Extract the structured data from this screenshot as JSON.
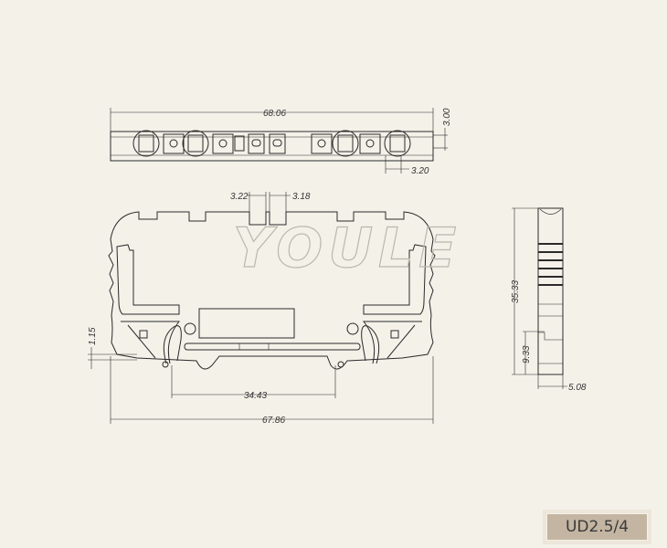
{
  "watermark": "YOULE",
  "model_label": "UD2.5/4",
  "top_view": {
    "width": "68.06",
    "height": "3.00",
    "pitch": "3.20"
  },
  "front_view": {
    "slot_left": "3.22",
    "slot_right": "3.18",
    "offset": "1.15",
    "rail_span": "34.43",
    "overall_width": "67.86"
  },
  "side_view": {
    "height": "35.33",
    "foot_height": "9.33",
    "thickness": "5.08"
  }
}
